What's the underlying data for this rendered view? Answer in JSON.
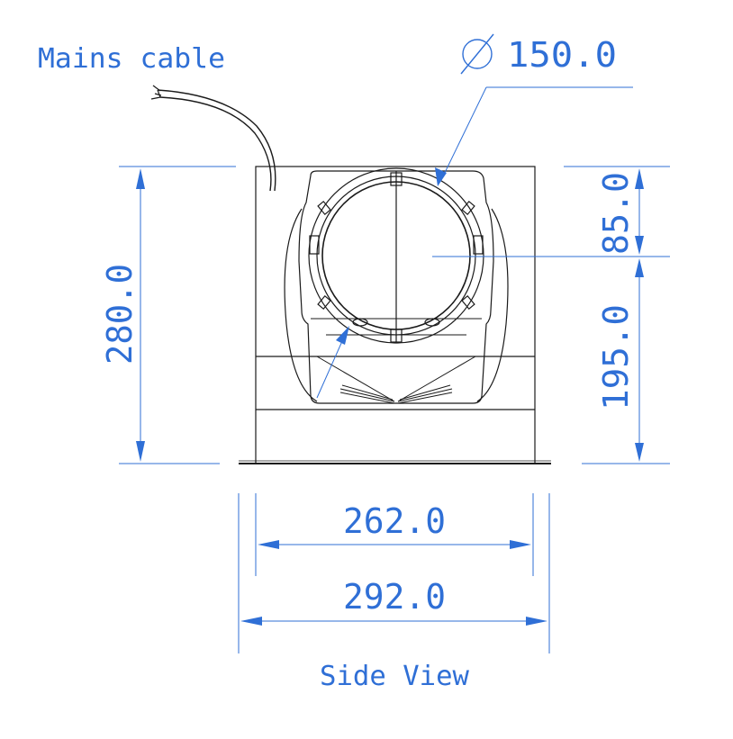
{
  "labels": {
    "cable": "Mains cable",
    "diameter_symbol": "∅",
    "diameter": "150.0",
    "height_total": "280.0",
    "height_upper": "85.0",
    "height_lower": "195.0",
    "width_inner": "262.0",
    "width_outer": "292.0",
    "view_name": "Side View"
  },
  "colors": {
    "dimension": "#2f6fd6",
    "outline": "#1a1a1a",
    "hidden": "#9a9a9a"
  }
}
